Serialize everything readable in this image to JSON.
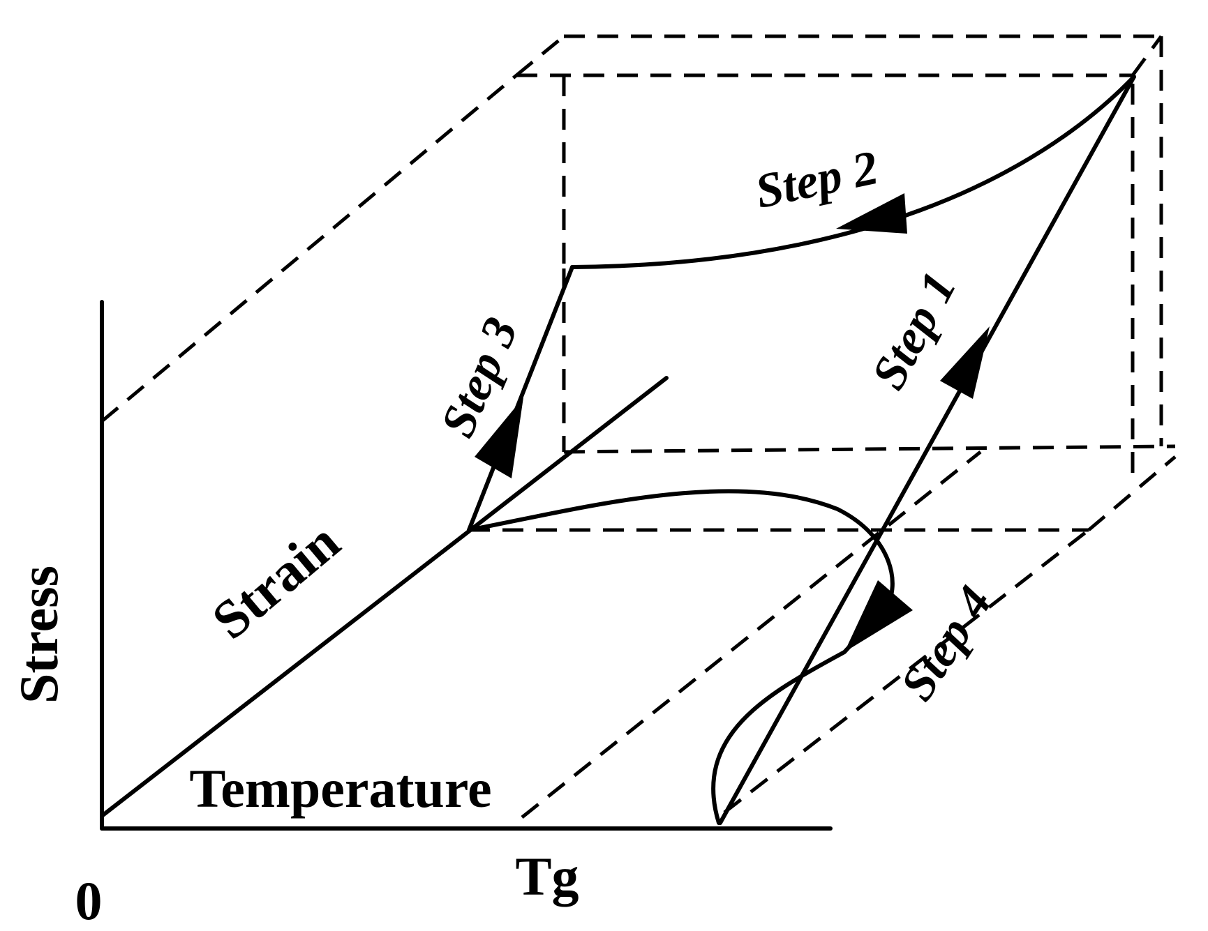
{
  "labels": {
    "stress": "Stress",
    "strain": "Strain",
    "temperature": "Temperature",
    "tg": "Tg",
    "origin": "0"
  },
  "steps": {
    "step1": "Step 1",
    "step2": "Step 2",
    "step3": "Step 3",
    "step4": "Step 4"
  },
  "colors": {
    "line": "#000000",
    "background": "#ffffff"
  }
}
